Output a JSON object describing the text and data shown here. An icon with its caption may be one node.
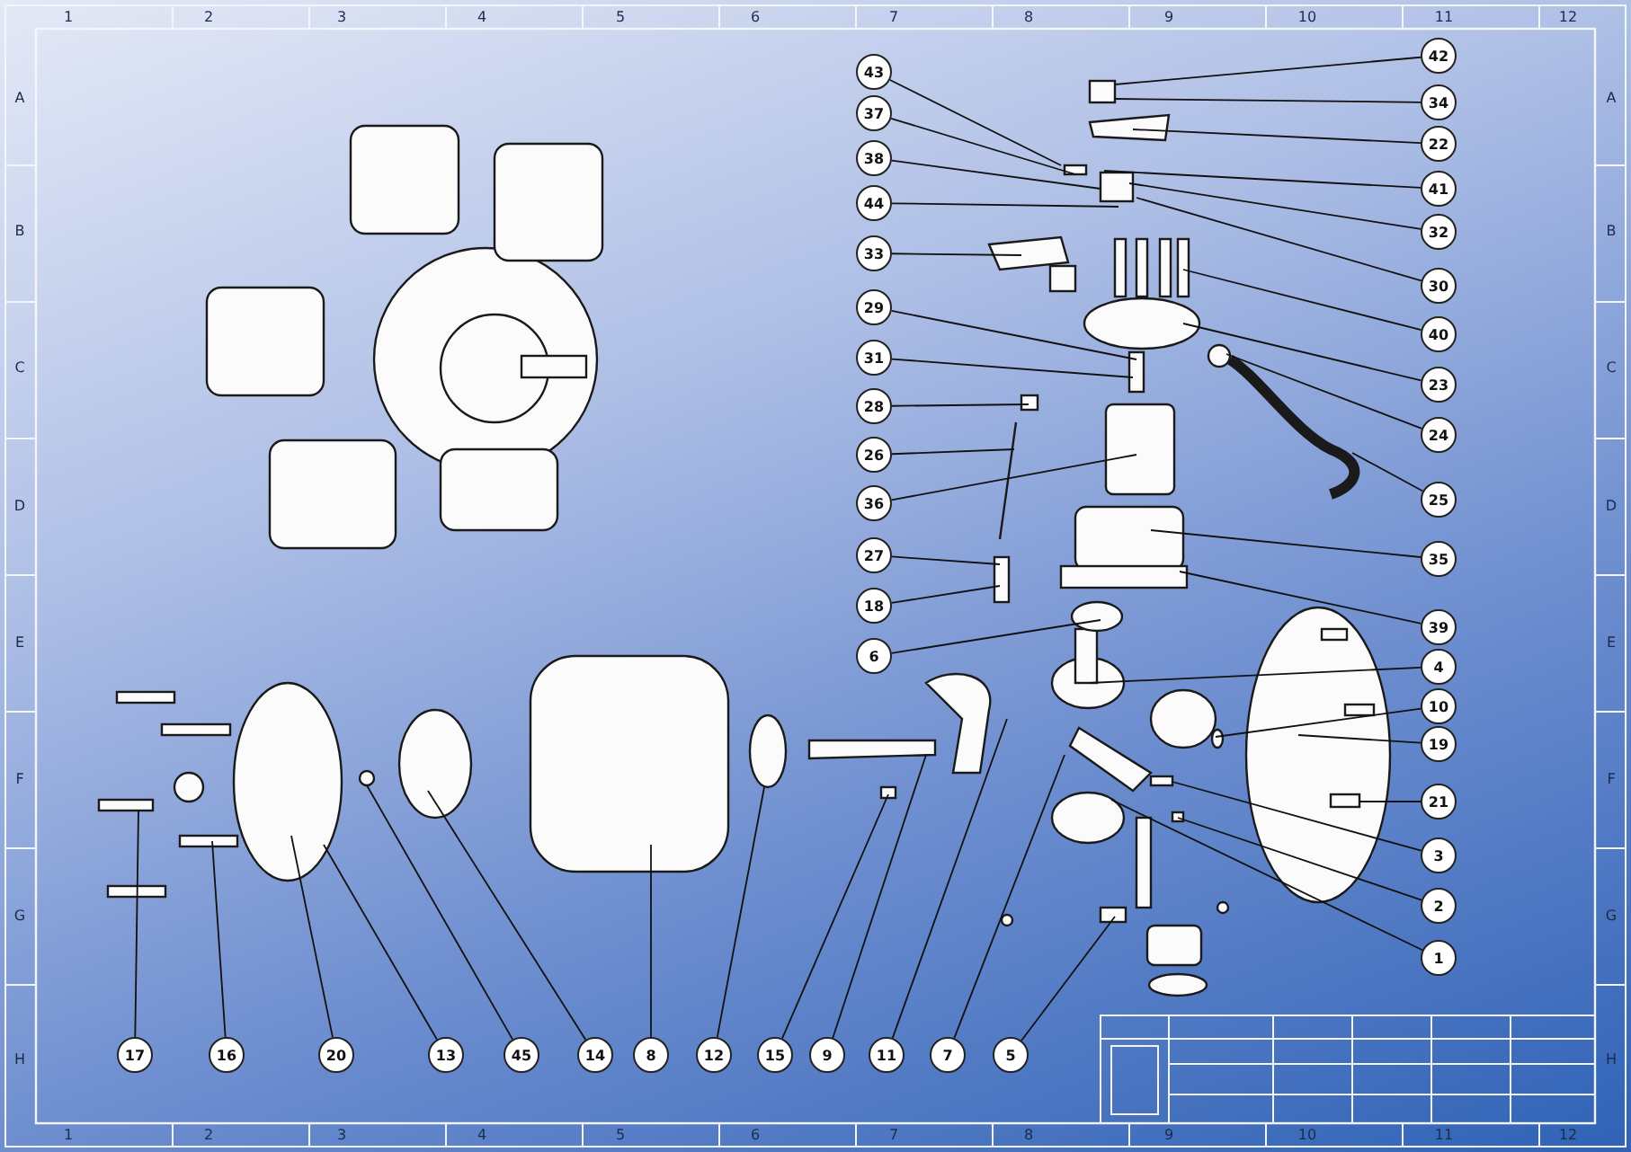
{
  "diagram": {
    "nodes": [
      {
        "text": [
          "43"
        ]
      },
      {
        "text": [
          "37"
        ]
      },
      {
        "text": [
          "38"
        ]
      },
      {
        "text": [
          "44"
        ]
      },
      {
        "text": [
          "33"
        ]
      },
      {
        "text": [
          "29"
        ]
      },
      {
        "text": [
          "31"
        ]
      },
      {
        "text": [
          "28"
        ]
      },
      {
        "text": [
          "26"
        ]
      },
      {
        "text": [
          "36"
        ]
      },
      {
        "text": [
          "27"
        ]
      },
      {
        "text": [
          "18"
        ]
      },
      {
        "text": [
          "6"
        ]
      },
      {
        "text": [
          "42"
        ]
      },
      {
        "text": [
          "34"
        ]
      },
      {
        "text": [
          "22"
        ]
      },
      {
        "text": [
          "41"
        ]
      },
      {
        "text": [
          "32"
        ]
      },
      {
        "text": [
          "30"
        ]
      },
      {
        "text": [
          "40"
        ]
      },
      {
        "text": [
          "23"
        ]
      },
      {
        "text": [
          "24"
        ]
      },
      {
        "text": [
          "25"
        ]
      },
      {
        "text": [
          "35"
        ]
      },
      {
        "text": [
          "39"
        ]
      },
      {
        "text": [
          "4"
        ]
      },
      {
        "text": [
          "10"
        ]
      },
      {
        "text": [
          "19"
        ]
      },
      {
        "text": [
          "21"
        ]
      },
      {
        "text": [
          "3"
        ]
      },
      {
        "text": [
          "2"
        ]
      },
      {
        "text": [
          "1"
        ]
      },
      {
        "text": [
          "17"
        ]
      },
      {
        "text": [
          "16"
        ]
      },
      {
        "text": [
          "20"
        ]
      },
      {
        "text": [
          "13"
        ]
      },
      {
        "text": [
          "45"
        ]
      },
      {
        "text": [
          "14"
        ]
      },
      {
        "text": [
          "8"
        ]
      },
      {
        "text": [
          "12"
        ]
      },
      {
        "text": [
          "15"
        ]
      },
      {
        "text": [
          "9"
        ]
      },
      {
        "text": [
          "11"
        ]
      },
      {
        "text": [
          "7"
        ]
      },
      {
        "text": [
          "5"
        ]
      }
    ],
    "edges": [
      {
        "from": 0,
        "to": null,
        "arrow": "none"
      },
      {
        "from": 1,
        "to": null,
        "arrow": "none"
      },
      {
        "from": 2,
        "to": null,
        "arrow": "none"
      },
      {
        "from": 3,
        "to": null,
        "arrow": "none"
      },
      {
        "from": 4,
        "to": null,
        "arrow": "none"
      },
      {
        "from": 5,
        "to": null,
        "arrow": "none"
      },
      {
        "from": 6,
        "to": null,
        "arrow": "none"
      },
      {
        "from": 7,
        "to": null,
        "arrow": "none"
      },
      {
        "from": 8,
        "to": null,
        "arrow": "none"
      },
      {
        "from": 9,
        "to": null,
        "arrow": "none"
      },
      {
        "from": 10,
        "to": null,
        "arrow": "none"
      },
      {
        "from": 11,
        "to": null,
        "arrow": "none"
      },
      {
        "from": 12,
        "to": null,
        "arrow": "none"
      },
      {
        "from": 13,
        "to": null,
        "arrow": "none"
      },
      {
        "from": 14,
        "to": null,
        "arrow": "none"
      },
      {
        "from": 15,
        "to": null,
        "arrow": "none"
      },
      {
        "from": 16,
        "to": null,
        "arrow": "none"
      },
      {
        "from": 17,
        "to": null,
        "arrow": "none"
      },
      {
        "from": 18,
        "to": null,
        "arrow": "none"
      },
      {
        "from": 19,
        "to": null,
        "arrow": "none"
      },
      {
        "from": 20,
        "to": null,
        "arrow": "none"
      },
      {
        "from": 21,
        "to": null,
        "arrow": "none"
      },
      {
        "from": 22,
        "to": null,
        "arrow": "none"
      },
      {
        "from": 23,
        "to": null,
        "arrow": "none"
      },
      {
        "from": 24,
        "to": null,
        "arrow": "none"
      },
      {
        "from": 25,
        "to": null,
        "arrow": "none"
      },
      {
        "from": 26,
        "to": null,
        "arrow": "none"
      },
      {
        "from": 27,
        "to": null,
        "arrow": "none"
      },
      {
        "from": 28,
        "to": null,
        "arrow": "none"
      },
      {
        "from": 29,
        "to": null,
        "arrow": "none"
      },
      {
        "from": 30,
        "to": null,
        "arrow": "none"
      },
      {
        "from": 31,
        "to": null,
        "arrow": "none"
      },
      {
        "from": 32,
        "to": null,
        "arrow": "none"
      },
      {
        "from": 33,
        "to": null,
        "arrow": "none"
      },
      {
        "from": 34,
        "to": null,
        "arrow": "none"
      },
      {
        "from": 35,
        "to": null,
        "arrow": "none"
      },
      {
        "from": 36,
        "to": null,
        "arrow": "none"
      },
      {
        "from": 37,
        "to": null,
        "arrow": "none"
      },
      {
        "from": 38,
        "to": null,
        "arrow": "none"
      },
      {
        "from": 39,
        "to": null,
        "arrow": "none"
      },
      {
        "from": 40,
        "to": null,
        "arrow": "none"
      },
      {
        "from": 41,
        "to": null,
        "arrow": "none"
      },
      {
        "from": 42,
        "to": null,
        "arrow": "none"
      },
      {
        "from": 43,
        "to": null,
        "arrow": "none"
      },
      {
        "from": 44,
        "to": null,
        "arrow": "none"
      }
    ],
    "labels": [
      "1",
      "2",
      "3",
      "4",
      "5",
      "6",
      "7",
      "8",
      "9",
      "10",
      "11",
      "12",
      "A",
      "A",
      "B",
      "B",
      "C",
      "C",
      "D",
      "D",
      "E",
      "E",
      "F",
      "F",
      "G",
      "G",
      "H",
      "H",
      "1",
      "2",
      "3",
      "4",
      "5",
      "6",
      "7",
      "8",
      "9",
      "10",
      "11",
      "12"
    ]
  }
}
